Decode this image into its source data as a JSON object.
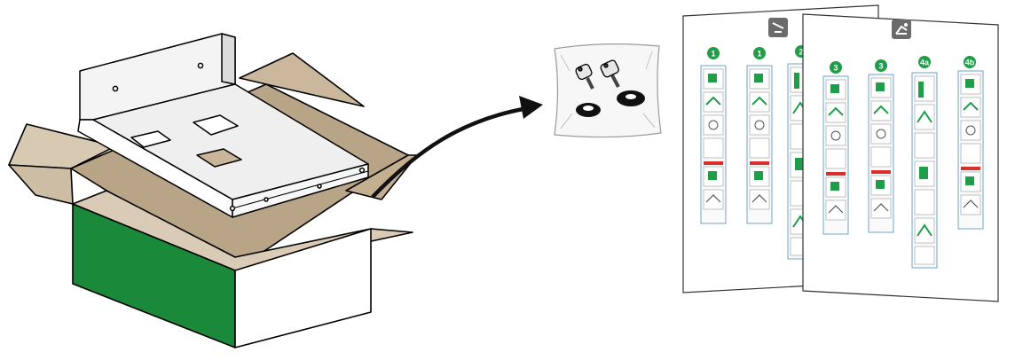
{
  "colors": {
    "box_green": "#1a8a3a",
    "cardboard": "#c9b59a",
    "cardboard_light": "#e6dccd",
    "cardboard_dark": "#9e8a6c",
    "tray_metal": "#ececec",
    "step_green": "#1f9d48",
    "step_red": "#d9302c",
    "icon_gray": "#6b6b6b"
  },
  "icons": {
    "sheet_back": "shower-icon",
    "sheet_front": "robot-arm-icon"
  },
  "sheet_back": {
    "steps": [
      "1",
      "1",
      "2"
    ]
  },
  "sheet_front": {
    "steps": [
      "3",
      "3",
      "4a",
      "4b"
    ]
  }
}
